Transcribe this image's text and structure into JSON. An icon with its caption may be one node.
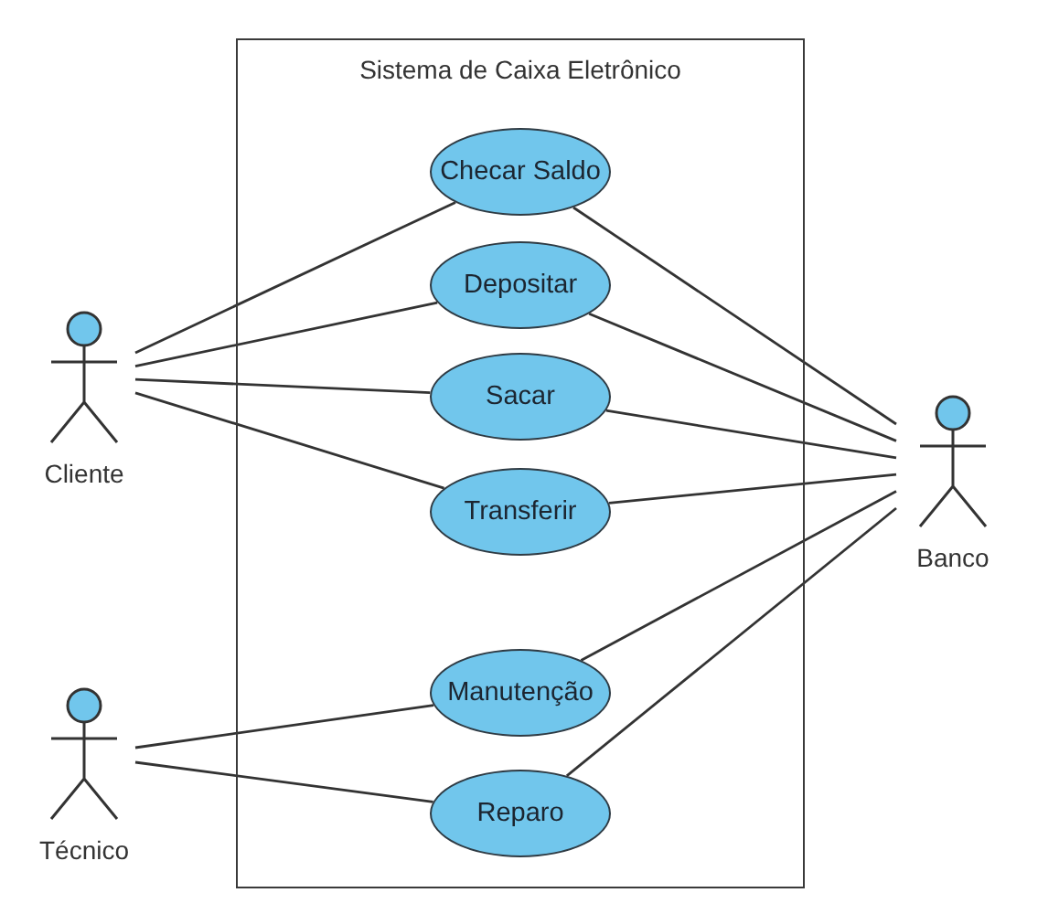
{
  "diagram": {
    "nodes": [
      {
        "text": [
          "Sistema de Caixa Eletrônico"
        ]
      },
      {
        "text": [
          "Checar Saldo"
        ],
        "in": 0
      },
      {
        "text": [
          "Depositar"
        ],
        "in": 0
      },
      {
        "text": [
          "Sacar"
        ],
        "in": 0
      },
      {
        "text": [
          "Transferir"
        ],
        "in": 0
      },
      {
        "text": [
          "Manutenção"
        ],
        "in": 0
      },
      {
        "text": [
          "Reparo"
        ],
        "in": 0
      },
      {
        "text": [
          "Cliente"
        ]
      },
      {
        "text": [
          "Técnico"
        ]
      },
      {
        "text": [
          "Banco"
        ]
      }
    ],
    "edges": [
      {
        "from": 7,
        "to": 1,
        "arrow": "none"
      },
      {
        "from": 7,
        "to": 2,
        "arrow": "none"
      },
      {
        "from": 7,
        "to": 3,
        "arrow": "none"
      },
      {
        "from": 7,
        "to": 4,
        "arrow": "none"
      },
      {
        "from": 8,
        "to": 5,
        "arrow": "none"
      },
      {
        "from": 8,
        "to": 6,
        "arrow": "none"
      },
      {
        "from": 9,
        "to": 1,
        "arrow": "none"
      },
      {
        "from": 9,
        "to": 2,
        "arrow": "none"
      },
      {
        "from": 9,
        "to": 3,
        "arrow": "none"
      },
      {
        "from": 9,
        "to": 4,
        "arrow": "none"
      },
      {
        "from": 9,
        "to": 5,
        "arrow": "none"
      },
      {
        "from": 9,
        "to": 6,
        "arrow": "none"
      }
    ]
  }
}
